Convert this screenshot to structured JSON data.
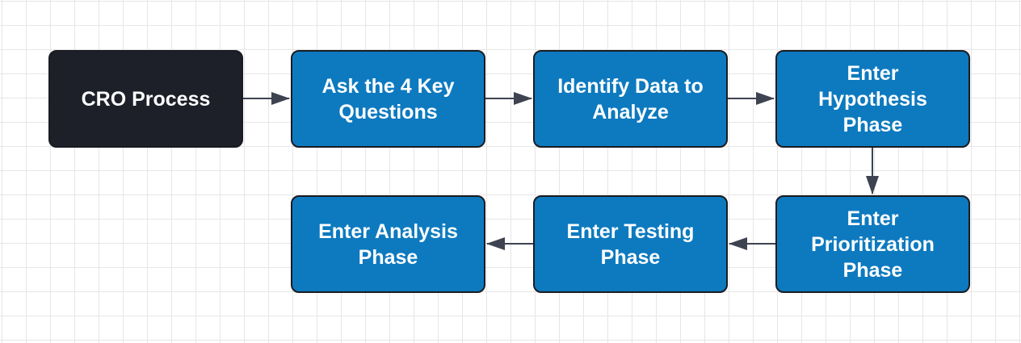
{
  "diagram": {
    "nodes": [
      {
        "id": "n1",
        "label": "CRO Process",
        "fill": "#1e2029"
      },
      {
        "id": "n2",
        "label": "Ask the 4 Key Questions",
        "fill": "#0d7abf"
      },
      {
        "id": "n3",
        "label": "Identify Data to Analyze",
        "fill": "#0d7abf"
      },
      {
        "id": "n4",
        "label": "Enter Hypothesis Phase",
        "fill": "#0d7abf"
      },
      {
        "id": "n5",
        "label": "Enter Prioritization Phase",
        "fill": "#0d7abf"
      },
      {
        "id": "n6",
        "label": "Enter Testing Phase",
        "fill": "#0d7abf"
      },
      {
        "id": "n7",
        "label": "Enter Analysis Phase",
        "fill": "#0d7abf"
      }
    ],
    "edges": [
      {
        "from": "n1",
        "to": "n2"
      },
      {
        "from": "n2",
        "to": "n3"
      },
      {
        "from": "n3",
        "to": "n4"
      },
      {
        "from": "n4",
        "to": "n5"
      },
      {
        "from": "n5",
        "to": "n6"
      },
      {
        "from": "n6",
        "to": "n7"
      }
    ],
    "colors": {
      "arrow": "#3d4350",
      "node_border": "#1a1c22",
      "grid": "#e6e6e6"
    }
  }
}
